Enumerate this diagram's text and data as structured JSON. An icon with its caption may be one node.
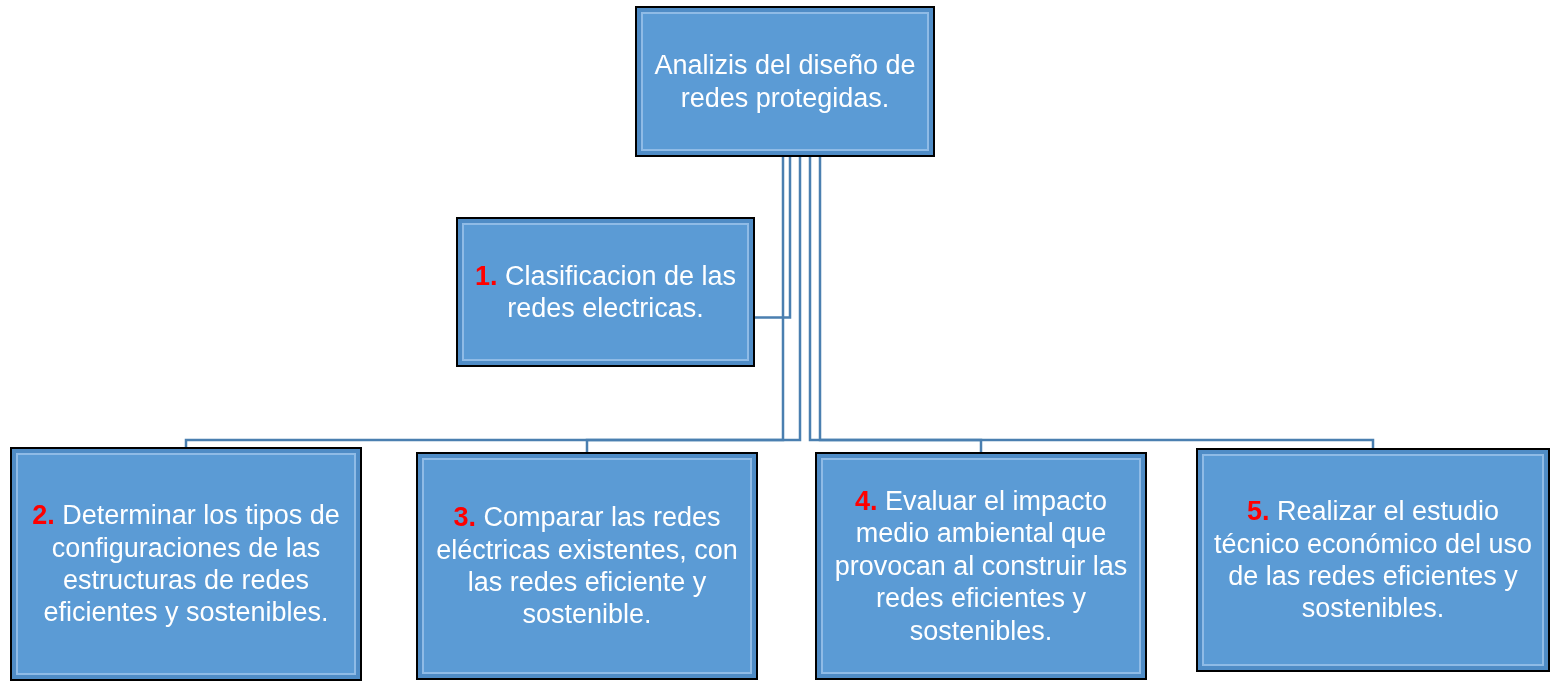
{
  "diagram": {
    "nodes": [
      {
        "text": [
          "Analizis del diseño de redes protegidas."
        ]
      },
      {
        "text": [
          "**1.** Clasificacion de las redes electricas."
        ]
      },
      {
        "text": [
          "**2.**  Determinar los tipos de configuraciones de las estructuras de redes eficientes y sostenibles."
        ]
      },
      {
        "text": [
          "**3.**  Comparar las redes eléctricas existentes, con las redes eficiente y sostenible."
        ]
      },
      {
        "text": [
          "**4.** Evaluar el impacto medio ambiental que provocan al construir las redes eficientes y sostenibles."
        ]
      },
      {
        "text": [
          "**5.** Realizar el estudio técnico económico del uso de las redes eficientes y sostenibles."
        ]
      }
    ],
    "edges": [
      {
        "from": 0,
        "to": 1,
        "arrow": "none"
      },
      {
        "from": 0,
        "to": 2,
        "arrow": "none"
      },
      {
        "from": 0,
        "to": 3,
        "arrow": "none"
      },
      {
        "from": 0,
        "to": 4,
        "arrow": "none"
      },
      {
        "from": 0,
        "to": 5,
        "arrow": "none"
      }
    ]
  }
}
